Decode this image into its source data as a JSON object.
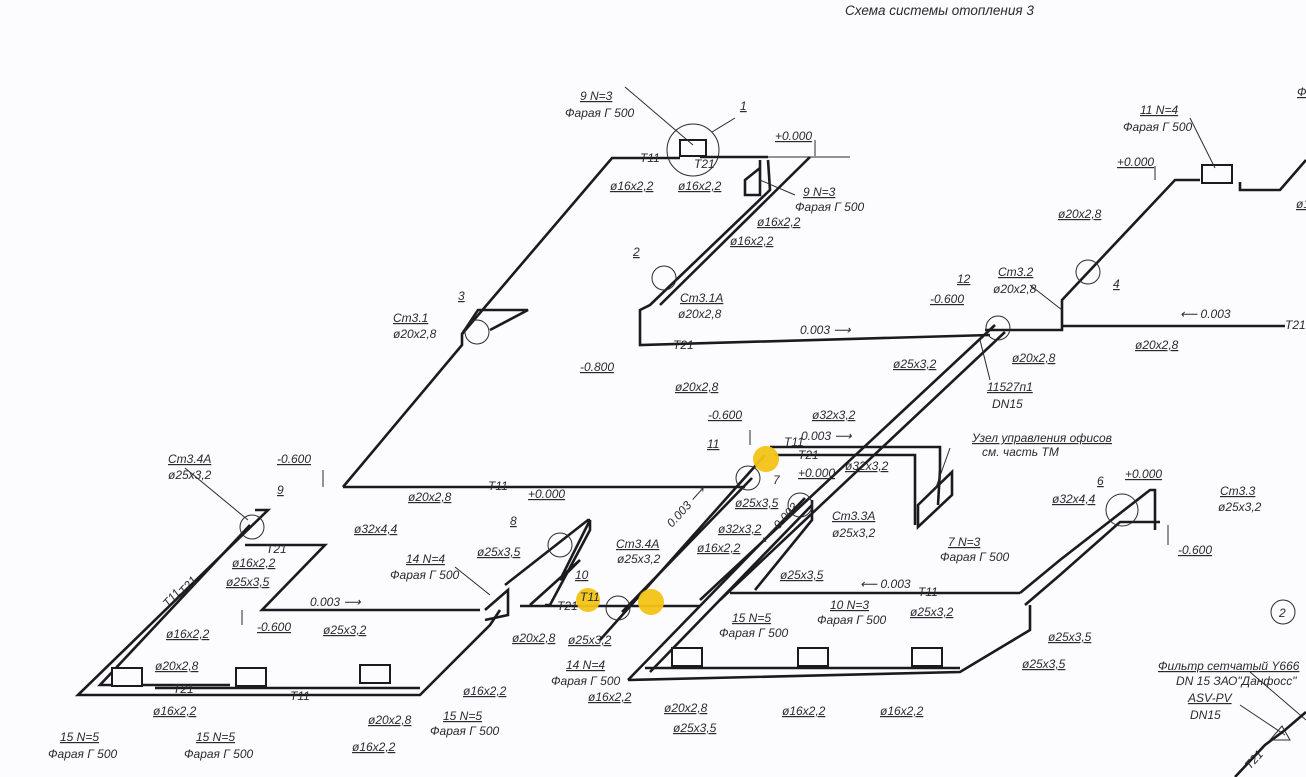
{
  "title": "Схема системы отопления 3",
  "labels": [
    {
      "id": "rad9a_n",
      "text": "9 N=3"
    },
    {
      "id": "rad9a_t",
      "text": "Фарая Г 500"
    },
    {
      "id": "node1",
      "text": "1"
    },
    {
      "id": "lvl_top1",
      "text": "+0.000"
    },
    {
      "id": "t11_a",
      "text": "Т11"
    },
    {
      "id": "t21_a",
      "text": "Т21"
    },
    {
      "id": "d_a1",
      "text": "ø16x2,2"
    },
    {
      "id": "d_a2",
      "text": "ø16x2,2"
    },
    {
      "id": "rad9b_n",
      "text": "9 N=3"
    },
    {
      "id": "rad9b_t",
      "text": "Фарая Г 500"
    },
    {
      "id": "d_a3",
      "text": "ø16x2,2"
    },
    {
      "id": "d_a4",
      "text": "ø16x2,2"
    },
    {
      "id": "node2",
      "text": "2"
    },
    {
      "id": "st31a",
      "text": "Ст3.1А"
    },
    {
      "id": "st31a_d",
      "text": "ø20x2,8"
    },
    {
      "id": "node3",
      "text": "3"
    },
    {
      "id": "st31",
      "text": "Ст3.1"
    },
    {
      "id": "st31_d",
      "text": "ø20x2,8"
    },
    {
      "id": "lvl_m080",
      "text": "-0.800"
    },
    {
      "id": "t21_b",
      "text": "Т21"
    },
    {
      "id": "slope_a",
      "text": "0.003 ⟶"
    },
    {
      "id": "d_b1",
      "text": "ø20x2,8"
    },
    {
      "id": "node12",
      "text": "12"
    },
    {
      "id": "lvl_m060a",
      "text": "-0.600"
    },
    {
      "id": "st32",
      "text": "Ст3.2"
    },
    {
      "id": "st32_d",
      "text": "ø20x2,8"
    },
    {
      "id": "node4",
      "text": "4"
    },
    {
      "id": "rad11_n",
      "text": "11 N=4"
    },
    {
      "id": "rad11_t",
      "text": "Фарая Г 500"
    },
    {
      "id": "lvl_top2",
      "text": "+0.000"
    },
    {
      "id": "d_c1",
      "text": "ø20x2,8"
    },
    {
      "id": "slope_b",
      "text": "⟵ 0.003"
    },
    {
      "id": "t21_c",
      "text": "Т21"
    },
    {
      "id": "d_c2",
      "text": "ø20x2,8"
    },
    {
      "id": "d_c3",
      "text": "ø20x2,8"
    },
    {
      "id": "d_c4",
      "text": "ø25x3,2"
    },
    {
      "id": "valve_a",
      "text": "11527п1"
    },
    {
      "id": "valve_b",
      "text": "DN15"
    },
    {
      "id": "lvl_m060b",
      "text": "-0.600"
    },
    {
      "id": "d_d1",
      "text": "ø32x3,2"
    },
    {
      "id": "slope_c",
      "text": "0.003 ⟶"
    },
    {
      "id": "t11_d",
      "text": "Т11"
    },
    {
      "id": "t21_d",
      "text": "Т21"
    },
    {
      "id": "d_d2",
      "text": "ø32x3,2"
    },
    {
      "id": "unit_a",
      "text": "Узел управления офисов"
    },
    {
      "id": "unit_b",
      "text": "см. часть ТМ"
    },
    {
      "id": "node11",
      "text": "11"
    },
    {
      "id": "node7",
      "text": "7"
    },
    {
      "id": "lvl_top3",
      "text": "+0.000"
    },
    {
      "id": "d_e1",
      "text": "ø25x3,5"
    },
    {
      "id": "st33a",
      "text": "Ст3.3А"
    },
    {
      "id": "st33a_d",
      "text": "ø25x3,2"
    },
    {
      "id": "d_e2",
      "text": "ø32x3,2"
    },
    {
      "id": "d_e3",
      "text": "ø16x2,2"
    },
    {
      "id": "d_e4",
      "text": "ø25x3,5"
    },
    {
      "id": "slope_d",
      "text": "0.003 ⟶"
    },
    {
      "id": "slope_e",
      "text": "⟵ 0.003"
    },
    {
      "id": "slope_f",
      "text": "⟵ 0.003"
    },
    {
      "id": "t11_e",
      "text": "Т11"
    },
    {
      "id": "rad7_n",
      "text": "7 N=3"
    },
    {
      "id": "rad7_t",
      "text": "Фарая Г 500"
    },
    {
      "id": "node6",
      "text": "6"
    },
    {
      "id": "lvl_top4",
      "text": "+0.000"
    },
    {
      "id": "d_f1",
      "text": "ø32x4,4"
    },
    {
      "id": "st33",
      "text": "Ст3.3"
    },
    {
      "id": "st33_d",
      "text": "ø25x3,2"
    },
    {
      "id": "lvl_m060c",
      "text": "-0.600"
    },
    {
      "id": "d_f2",
      "text": "ø25x3,2"
    },
    {
      "id": "d_f3",
      "text": "ø25x3,5"
    },
    {
      "id": "d_f4",
      "text": "ø25x3,5"
    },
    {
      "id": "rad15a_n",
      "text": "15 N=5"
    },
    {
      "id": "rad15a_t",
      "text": "Фарая Г 500"
    },
    {
      "id": "rad10_n",
      "text": "10 N=3"
    },
    {
      "id": "rad10_t",
      "text": "Фарая Г 500"
    },
    {
      "id": "d_g1",
      "text": "ø20x2,8"
    },
    {
      "id": "d_g2",
      "text": "ø25x3,5"
    },
    {
      "id": "d_g3",
      "text": "ø16x2,2"
    },
    {
      "id": "d_g4",
      "text": "ø16x2,2"
    },
    {
      "id": "sheet2",
      "text": "2"
    },
    {
      "id": "filter_a",
      "text": "Фильтр сетчатый Y666"
    },
    {
      "id": "filter_b",
      "text": "DN 15 ЗАО\"Данфосс\""
    },
    {
      "id": "asv_a",
      "text": "ASV-PV"
    },
    {
      "id": "asv_b",
      "text": "DN15"
    },
    {
      "id": "t21_g",
      "text": "Т21"
    },
    {
      "id": "edge_f",
      "text": "Ф"
    },
    {
      "id": "d_edge",
      "text": "ø1"
    },
    {
      "id": "lvl_m060d",
      "text": "-0.600"
    },
    {
      "id": "d_h1",
      "text": "ø20x2,8"
    },
    {
      "id": "t11_h",
      "text": "Т11"
    },
    {
      "id": "st34a",
      "text": "Ст3.4А"
    },
    {
      "id": "st34a_d",
      "text": "ø25x3,2"
    },
    {
      "id": "node9",
      "text": "9"
    },
    {
      "id": "t21_h",
      "text": "Т21"
    },
    {
      "id": "d_h2",
      "text": "ø16x2,2"
    },
    {
      "id": "d_h3",
      "text": "ø25x3,5"
    },
    {
      "id": "d_h4",
      "text": "ø32x4,4"
    },
    {
      "id": "node8",
      "text": "8"
    },
    {
      "id": "lvl_top5",
      "text": "+0.000"
    },
    {
      "id": "d_h5",
      "text": "ø25x3,5"
    },
    {
      "id": "st34a2",
      "text": "Ст3.4А"
    },
    {
      "id": "st34a2_d",
      "text": "ø25x3,2"
    },
    {
      "id": "rad14a_n",
      "text": "14 N=4"
    },
    {
      "id": "rad14a_t",
      "text": "Фарая Г 500"
    },
    {
      "id": "slope_g",
      "text": "0.003 ⟶"
    },
    {
      "id": "lvl_m060e",
      "text": "-0.600"
    },
    {
      "id": "d_i1",
      "text": "ø25x3,2"
    },
    {
      "id": "node10",
      "text": "10"
    },
    {
      "id": "t21_i",
      "text": "Т21"
    },
    {
      "id": "t11_i",
      "text": "Т11"
    },
    {
      "id": "d_i2",
      "text": "ø20x2,8"
    },
    {
      "id": "d_i3",
      "text": "ø25x3,2"
    },
    {
      "id": "rad14b_n",
      "text": "14 N=4"
    },
    {
      "id": "rad14b_t",
      "text": "Фарая Г 500"
    },
    {
      "id": "d_i4",
      "text": "ø16x2,2"
    },
    {
      "id": "d_j1",
      "text": "ø16x2,2"
    },
    {
      "id": "d_j2",
      "text": "ø20x2,8"
    },
    {
      "id": "t21_j",
      "text": "Т21"
    },
    {
      "id": "d_j3",
      "text": "ø16x2,2"
    },
    {
      "id": "t11_j",
      "text": "Т11"
    },
    {
      "id": "rad15b_n",
      "text": "15 N=5"
    },
    {
      "id": "rad15b_t",
      "text": "Фарая Г 500"
    },
    {
      "id": "rad15c_n",
      "text": "15 N=5"
    },
    {
      "id": "rad15c_t",
      "text": "Фарая Г 500"
    },
    {
      "id": "d_j4",
      "text": "ø20x2,8"
    },
    {
      "id": "d_j5",
      "text": "ø16x2,2"
    },
    {
      "id": "rad15d_n",
      "text": "15 N=5"
    },
    {
      "id": "rad15d_t",
      "text": "Фарая Г 500"
    },
    {
      "id": "d_j6",
      "text": "ø16x2,2"
    },
    {
      "id": "t11_k",
      "text": "Т11"
    },
    {
      "id": "t21_k",
      "text": "Т21"
    }
  ],
  "highlight_color": "#f3c316"
}
